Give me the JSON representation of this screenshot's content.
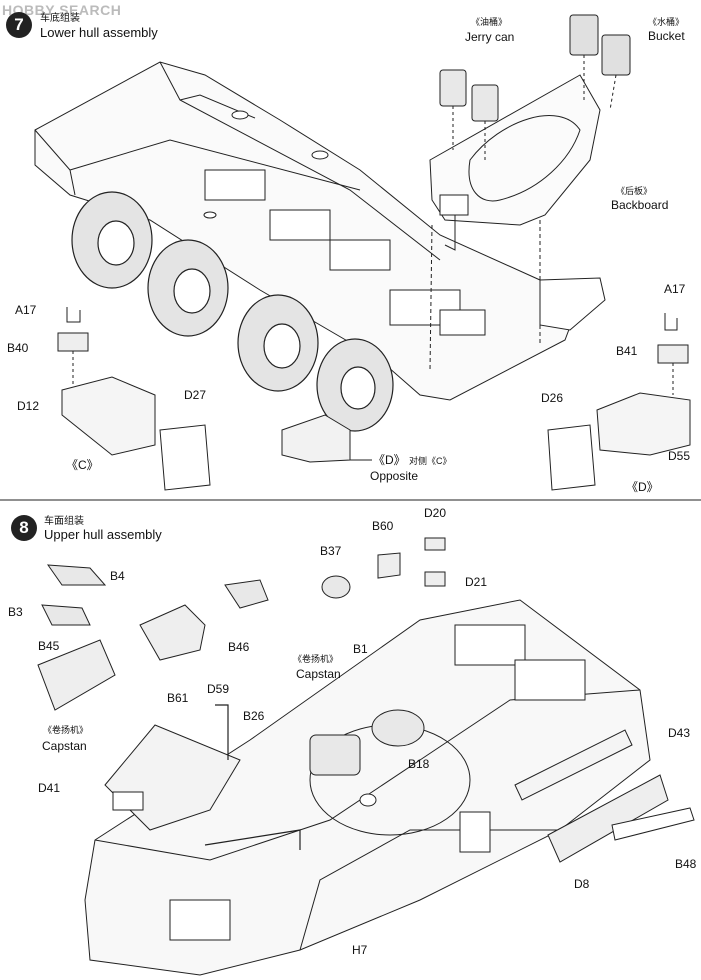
{
  "watermark": "HOBBY SEARCH",
  "step7": {
    "number": "7",
    "title_cn": "车底组装",
    "title_en": "Lower hull assembly",
    "labels": {
      "jerry_cn": "《油桶》",
      "jerry_en": "Jerry can",
      "bucket_cn": "《水桶》",
      "bucket_en": "Bucket",
      "backboard_cn": "《后板》",
      "backboard_en": "Backboard",
      "a17_left": "A17",
      "b40": "B40",
      "d12": "D12",
      "d27": "D27",
      "c_left": "《C》",
      "d_opposite": "《D》",
      "opposite_cn": "对侧《C》",
      "opposite_en": "Opposite",
      "a17_right": "A17",
      "b41": "B41",
      "d26": "D26",
      "d55": "D55",
      "d_right": "《D》"
    }
  },
  "step8": {
    "number": "8",
    "title_cn": "车面组装",
    "title_en": "Upper hull assembly",
    "labels": {
      "b4": "B4",
      "b3": "B3",
      "b45": "B45",
      "b46": "B46",
      "b60": "B60",
      "d20": "D20",
      "b37": "B37",
      "d21": "D21",
      "b61": "B61",
      "d59": "D59",
      "capstan_left_cn": "《卷扬机》",
      "capstan_left_en": "Capstan",
      "b26": "B26",
      "capstan_mid_cn": "《卷扬机》",
      "capstan_mid_en": "Capstan",
      "b1": "B1",
      "d43": "D43",
      "d41": "D41",
      "b18": "B18",
      "d8": "D8",
      "b48": "B48",
      "h7": "H7"
    }
  }
}
